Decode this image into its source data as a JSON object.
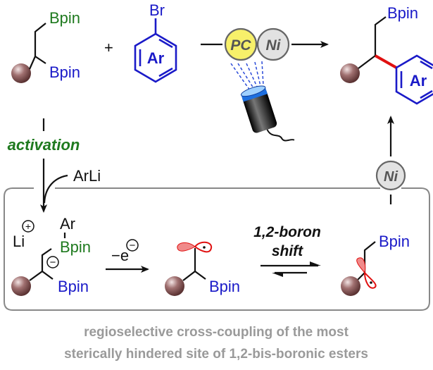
{
  "reactants": {
    "substituent_top": "Bpin",
    "substituent_bottom": "Bpin",
    "plus": "+",
    "aryl_halide_leaving_group": "Br",
    "aryl_label": "Ar"
  },
  "catalysts": {
    "photocatalyst": "PC",
    "nickel": "Ni"
  },
  "product": {
    "substituent_top": "Bpin",
    "aryl_label": "Ar"
  },
  "activation": {
    "label": "activation",
    "reagent": "ArLi"
  },
  "mechanism": {
    "boronate": {
      "counterion": "Li",
      "aryl": "Ar",
      "boron_top": "Bpin",
      "boron_bottom": "Bpin",
      "plus_charge": "+",
      "minus_charge": "−"
    },
    "oxidation": {
      "label": "−e",
      "charge": "−"
    },
    "radical1": {
      "boron": "Bpin"
    },
    "shift_line1": "1,2-boron",
    "shift_line2": "shift",
    "radical2": {
      "boron": "Bpin"
    },
    "return_catalyst": "Ni"
  },
  "caption": {
    "line1": "regioselective cross-coupling of the most",
    "line2": "sterically hindered site of 1,2-bis-boronic esters"
  },
  "colors": {
    "boron_blue": "#1a1ac8",
    "boron_green": "#1f7a1f",
    "new_bond": "#e01010",
    "pc_yellow": "#f7f06a",
    "ni_gray": "#e2e2e2",
    "caption_gray": "#9a9a9a"
  }
}
